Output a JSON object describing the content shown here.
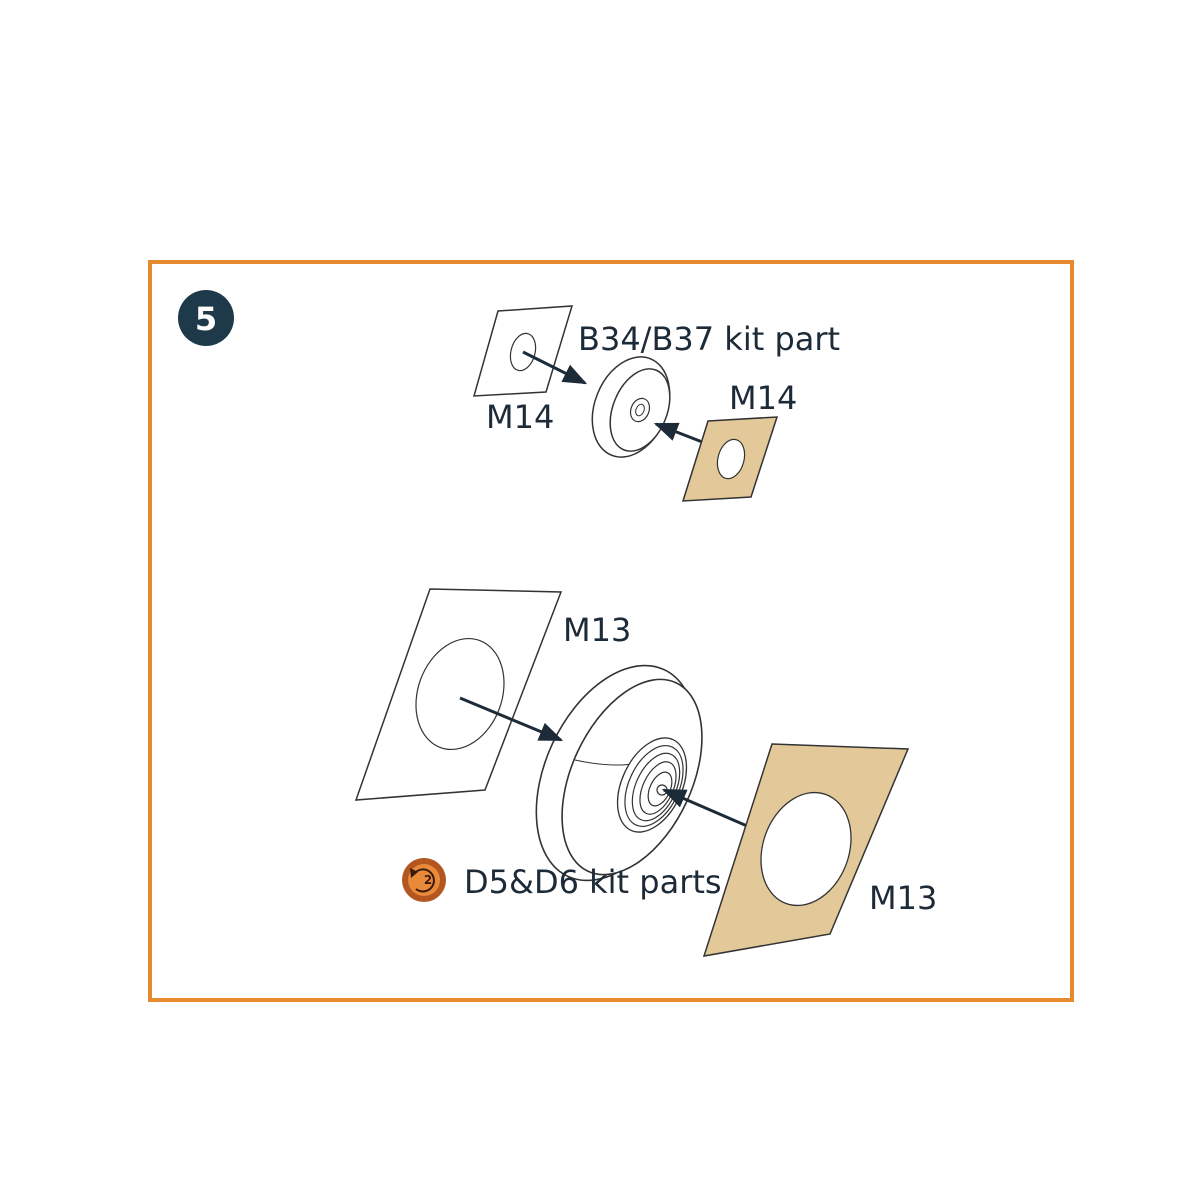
{
  "step": {
    "number": "5",
    "badge_color": "#1e3a4a"
  },
  "colors": {
    "frame": "#e6892f",
    "mask": "#e3c99a",
    "ink": "#1d2b38",
    "icon_outer": "#b3561f",
    "icon_inner": "#e98a3b"
  },
  "labels": {
    "top_kit_part": "B34/B37 kit part",
    "top_mask_left": "M14",
    "top_mask_right": "M14",
    "bottom_mask_left": "M13",
    "bottom_mask_right": "M13",
    "bottom_kit_parts": "D5&D6 kit parts"
  },
  "kit_icon": {
    "name": "replace-kit-part-icon",
    "glyph": "2"
  }
}
